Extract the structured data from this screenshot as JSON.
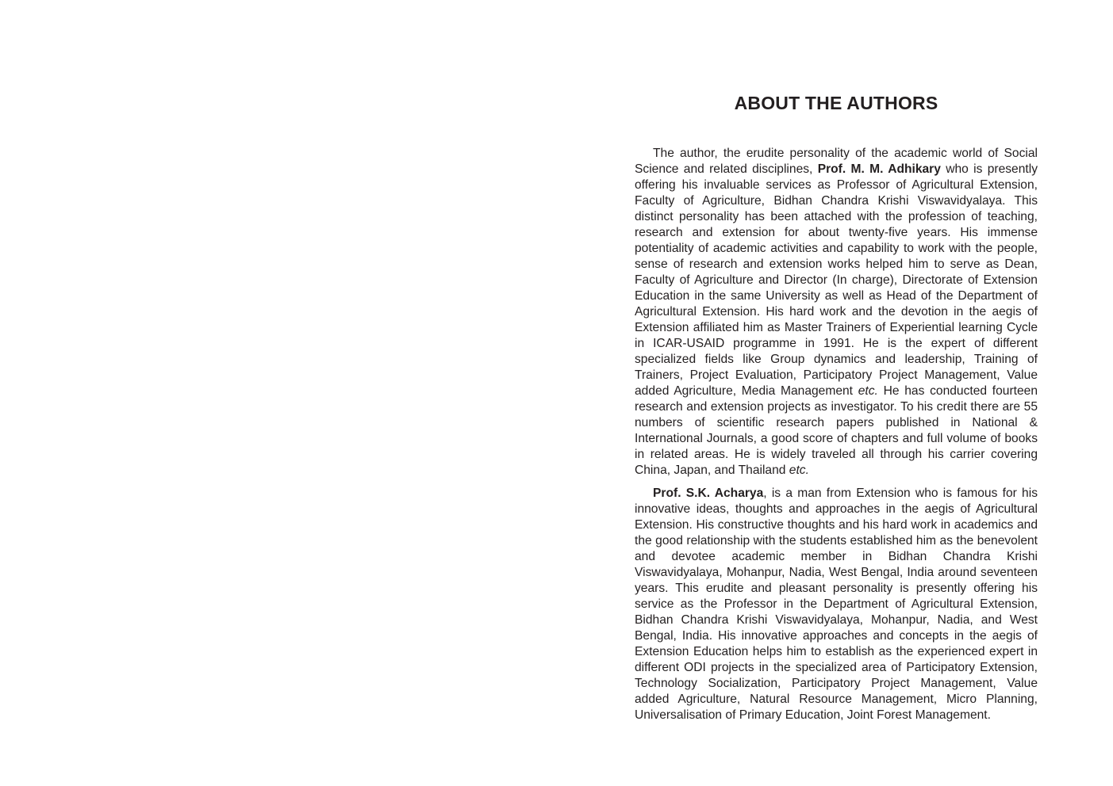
{
  "page": {
    "heading": "ABOUT THE AUTHORS"
  },
  "author1": {
    "lead": "The author, the erudite personality of the academic world of Social Science and related disciplines, ",
    "name": "Prof. M. M. Adhikary",
    "body_a": " who is presently offering his invaluable services as Professor of Agricultural Extension, Faculty of Agriculture, Bidhan Chandra Krishi Viswavidyalaya. This distinct personality has been attached with the profession of teaching, research and extension for about twenty-five years.  His immense potentiality of academic activities and capability to work with the people, sense of research and extension works helped him to serve as Dean, Faculty of Agriculture and Director (In charge), Directorate of Extension Education in the same University as well as Head of the Department of Agricultural Extension. His hard work and the devotion in the aegis of Extension affiliated him as Master Trainers of Experiential learning Cycle in ICAR-USAID programme in 1991. He is the expert of different specialized fields like Group dynamics and leadership, Training of Trainers, Project Evaluation, Participatory Project Management, Value added Agriculture, Media Management ",
    "etc_1": "etc.",
    "body_b": " He has conducted fourteen research and extension projects as investigator. To his credit there are 55 numbers of scientific research papers published in National & International Journals, a good score of chapters and full volume of books in related areas. He is widely traveled all through his carrier covering China, Japan, and Thailand ",
    "etc_2": "etc."
  },
  "author2": {
    "name": "Prof. S.K. Acharya",
    "body": ", is a man from Extension who is famous for his innovative ideas, thoughts and approaches in the aegis of Agricultural Extension. His constructive thoughts and his hard work in academics and the good relationship with the students established him as the benevolent and devotee academic member in Bidhan Chandra Krishi Viswavidyalaya, Mohanpur, Nadia, West Bengal, India around seventeen years.  This erudite and pleasant personality is presently offering his service as the Professor in the Department of Agricultural Extension, Bidhan Chandra Krishi Viswavidyalaya, Mohanpur, Nadia, and West Bengal, India. His innovative approaches and concepts in the aegis of Extension Education helps him to establish as the experienced expert in different ODI projects in the specialized area of Participatory Extension, Technology Socialization, Participatory Project Management, Value added Agriculture, Natural Resource Management, Micro Planning, Universalisation of Primary Education, Joint Forest Management."
  }
}
